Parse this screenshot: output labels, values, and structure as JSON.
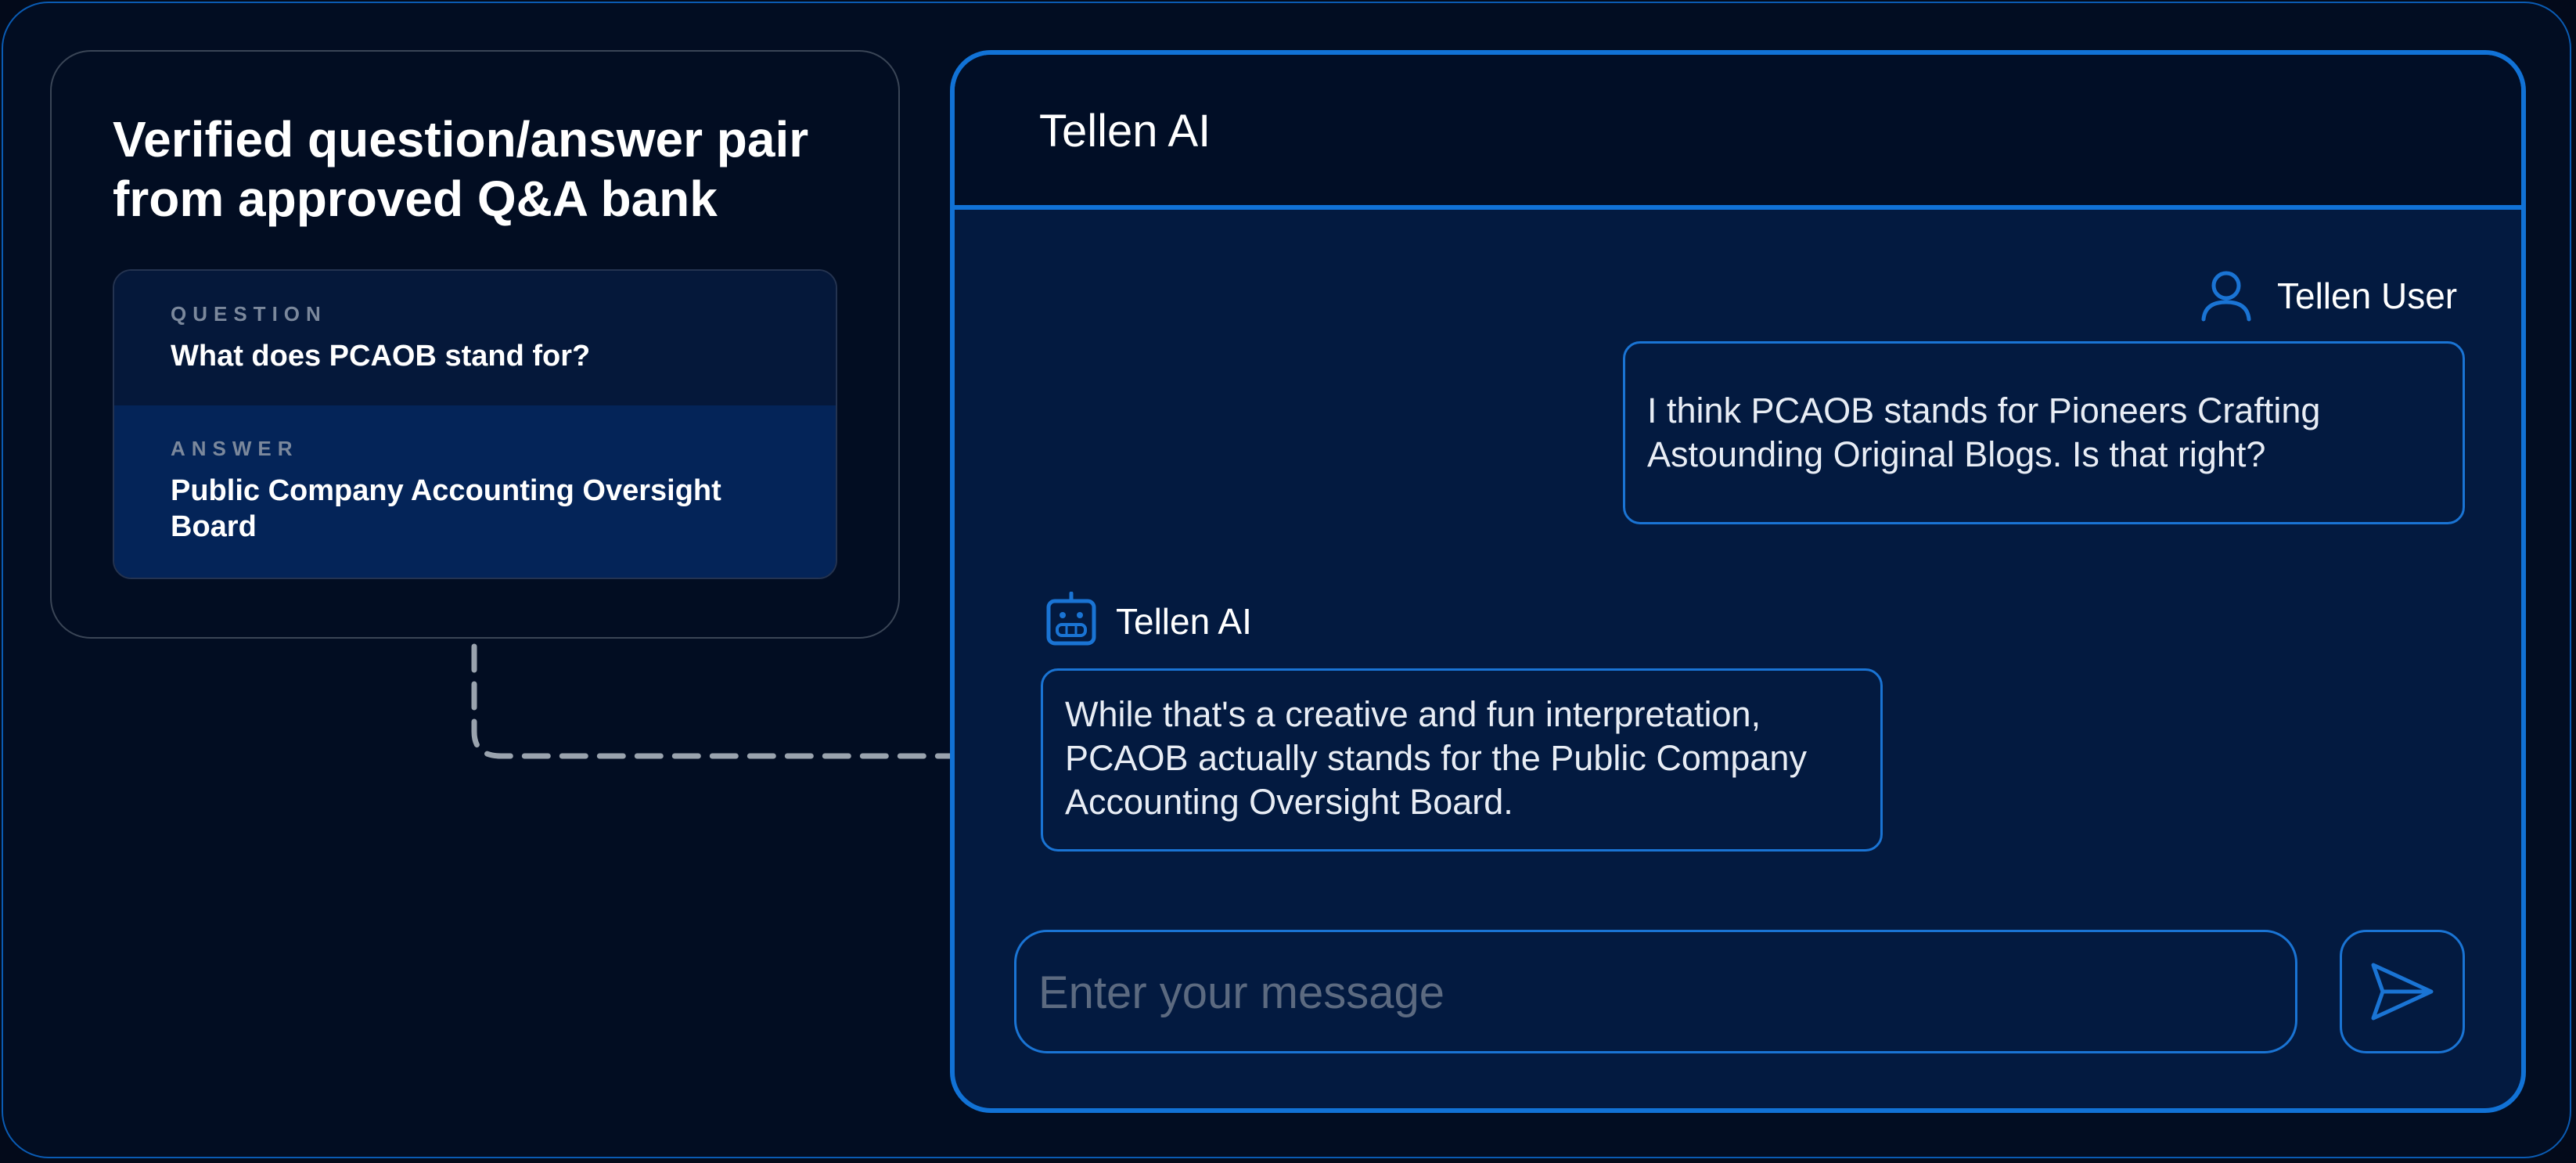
{
  "qa_panel": {
    "title_line1": "Verified question/answer pair",
    "title_line2": "from approved Q&A bank",
    "question_label": "QUESTION",
    "question": "What does PCAOB stand for?",
    "answer_label": "ANSWER",
    "answer_line1": "Public Company Accounting Oversight",
    "answer_line2": "Board"
  },
  "chat": {
    "title": "Tellen AI",
    "messages": [
      {
        "sender": "Tellen User",
        "icon": "user-icon",
        "line1": "I think PCAOB stands for Pioneers Crafting",
        "line2": "Astounding Original Blogs. Is that right?"
      },
      {
        "sender": "Tellen AI",
        "icon": "robot-icon",
        "line1": "While that's a creative and fun interpretation,",
        "line2": "PCAOB actually stands for the Public Company",
        "line3": "Accounting Oversight Board."
      }
    ],
    "input_placeholder": "Enter your message",
    "send_icon": "send-icon"
  },
  "colors": {
    "accent": "#1172d6",
    "background": "#020d22",
    "panel": "#031a40"
  }
}
